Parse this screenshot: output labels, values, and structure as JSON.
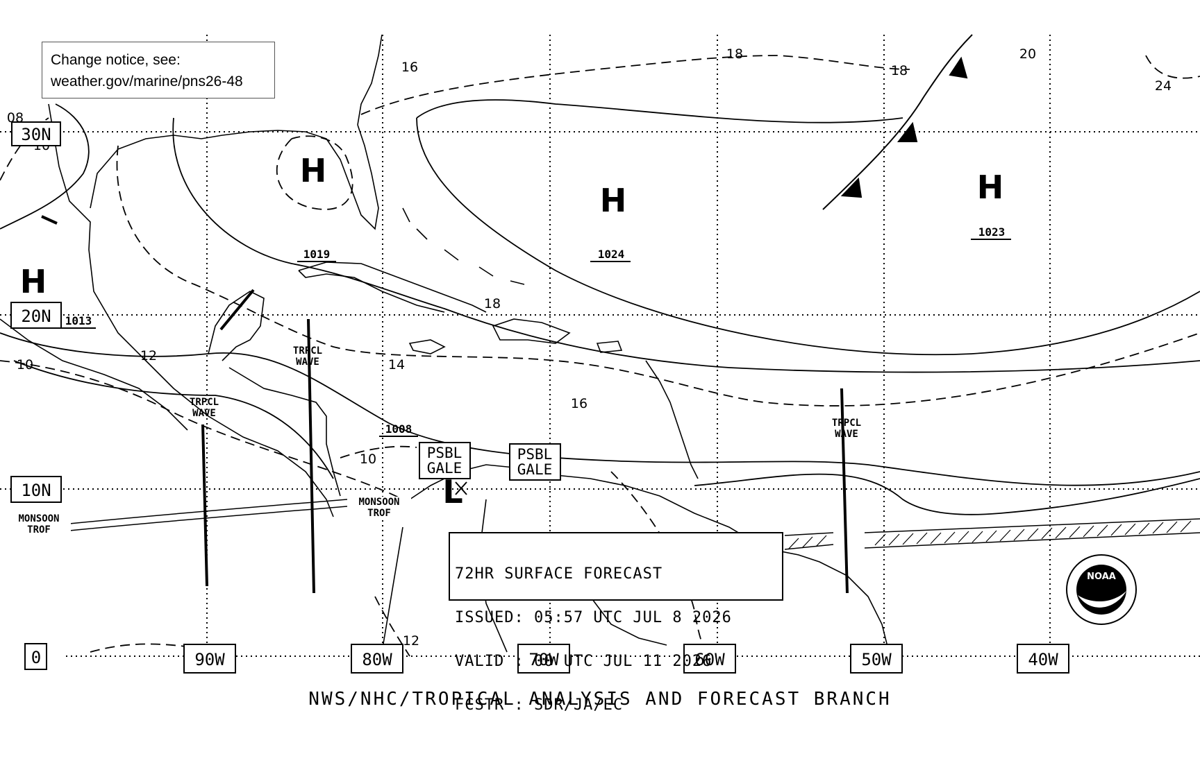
{
  "notice": {
    "line1": "Change notice, see:",
    "line2": "weather.gov/marine/pns26-48"
  },
  "forecast_box": {
    "line1": "72HR SURFACE FORECAST",
    "line2": "ISSUED: 05:57 UTC JUL 8 2026",
    "line3": "VALID : 00 UTC JUL 11 2026",
    "line4": "FCSTR : SDR/JA/EC"
  },
  "footer": "NWS/NHC/TROPICAL ANALYSIS AND FORECAST BRANCH",
  "latitudes": {
    "lat30": "30N",
    "lat20": "20N",
    "lat10": "10N",
    "lat0": "0"
  },
  "longitudes": {
    "lon90": "90W",
    "lon80": "80W",
    "lon70": "70W",
    "lon60": "60W",
    "lon50": "50W",
    "lon40": "40W"
  },
  "highs": [
    {
      "symbol": "H",
      "pressure": "1013"
    },
    {
      "symbol": "H",
      "pressure": "1019"
    },
    {
      "symbol": "H",
      "pressure": "1024"
    },
    {
      "symbol": "H",
      "pressure": "1023"
    }
  ],
  "low": {
    "symbol": "L",
    "pressure": "1008"
  },
  "wave_label": "TRPCL\nWAVE",
  "monsoon": {
    "label1": "MONSOON\nTROF"
  },
  "gale": {
    "line1": "PSBL",
    "line2": "GALE"
  },
  "contour_labels": [
    "08",
    "10",
    "16",
    "18",
    "18",
    "20",
    "24",
    "18",
    "12",
    "10",
    "14",
    "16",
    "10",
    "12"
  ],
  "logo": {
    "name": "NOAA"
  },
  "colors": {
    "ink": "#000000",
    "background": "#ffffff"
  }
}
